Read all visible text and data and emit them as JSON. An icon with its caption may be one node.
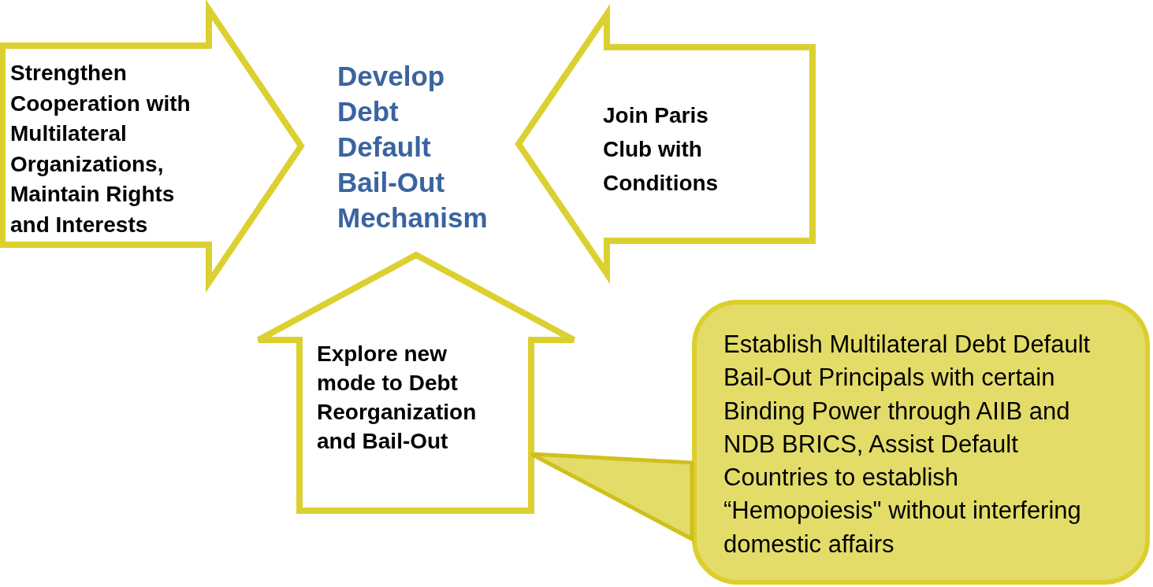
{
  "diagram": {
    "nodes": [
      {
        "text": [
          "Strengthen Cooperation with Multilateral Organizations, Maintain Rights and Interests"
        ]
      },
      {
        "text": [
          "Develop Debt Default Bail-Out Mechanism"
        ]
      },
      {
        "text": [
          "Join Paris Club with Conditions"
        ]
      },
      {
        "text": [
          "Explore new mode to Debt Reorganization and Bail-Out"
        ]
      },
      {
        "text": [
          "Establish Multilateral Debt Default Bail-Out Principals with certain Binding Power through AIIB and NDB BRICS, Assist Default Countries to establish “Hemopoiesis\" without interfering domestic affairs"
        ]
      }
    ],
    "edges": [
      {
        "from": 4,
        "to": 3,
        "arrow": "none"
      }
    ]
  }
}
